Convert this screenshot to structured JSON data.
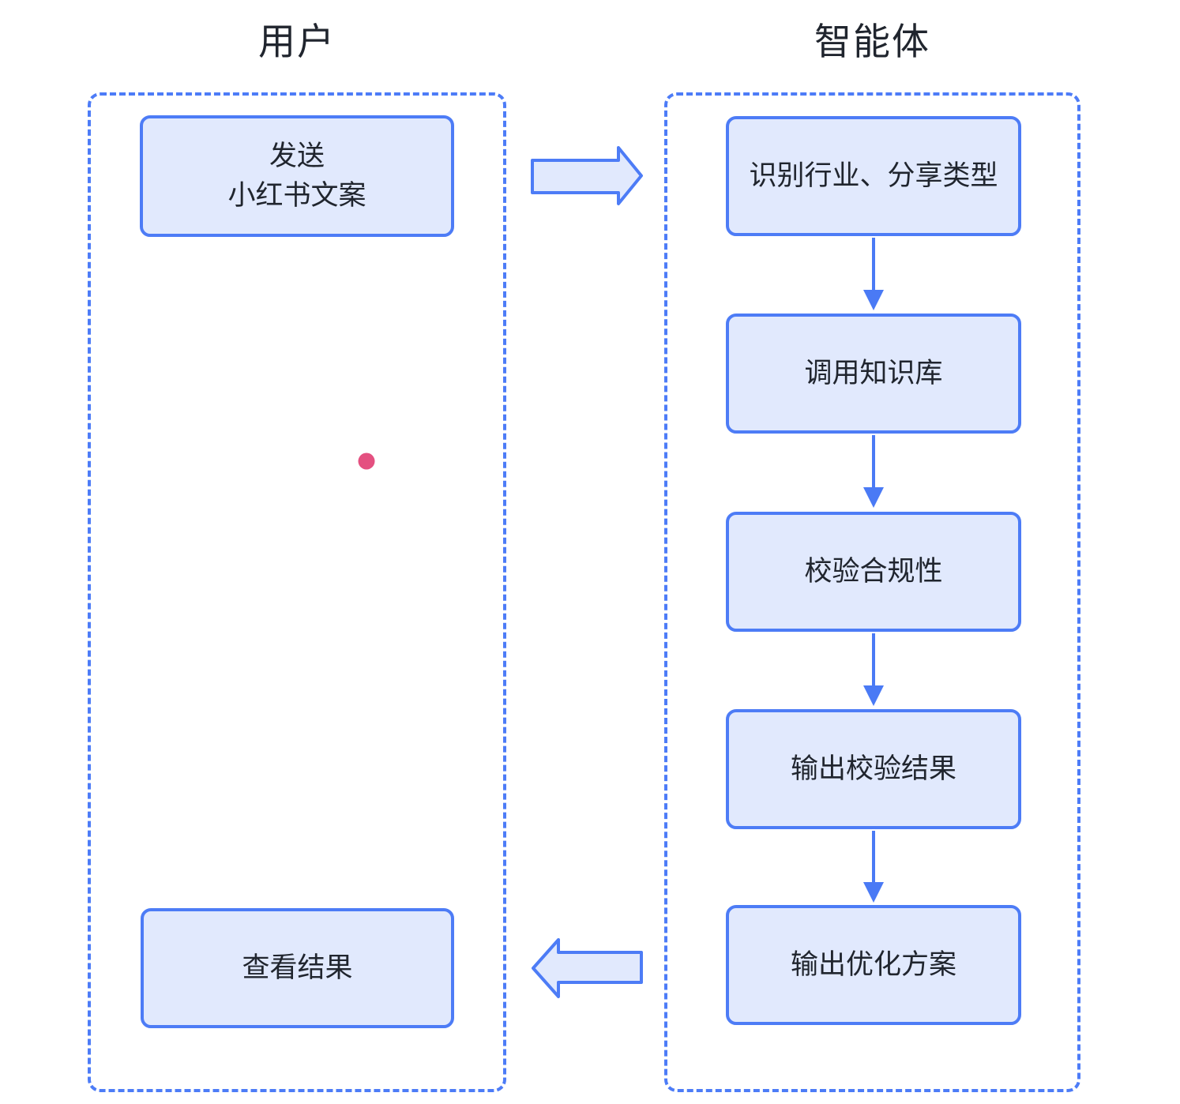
{
  "lanes": {
    "user": {
      "title": "用户",
      "nodes": {
        "send_copy": {
          "label": "发送\n小红书文案"
        },
        "view_result": {
          "label": "查看结果"
        }
      }
    },
    "agent": {
      "title": "智能体",
      "nodes": {
        "identify": {
          "label": "识别行业、分享类型"
        },
        "call_kb": {
          "label": "调用知识库"
        },
        "check_compliance": {
          "label": "校验合规性"
        },
        "output_check": {
          "label": "输出校验结果"
        },
        "output_plan": {
          "label": "输出优化方案"
        }
      }
    }
  },
  "colors": {
    "background": "#ffffff",
    "lane_border": "#4d7cf7",
    "shape_border": "#4d7cf6",
    "shape_fill": "#e1e9fd",
    "connector": "#4a7af5",
    "text": "#20252e",
    "marker_dot": "#e45080"
  }
}
